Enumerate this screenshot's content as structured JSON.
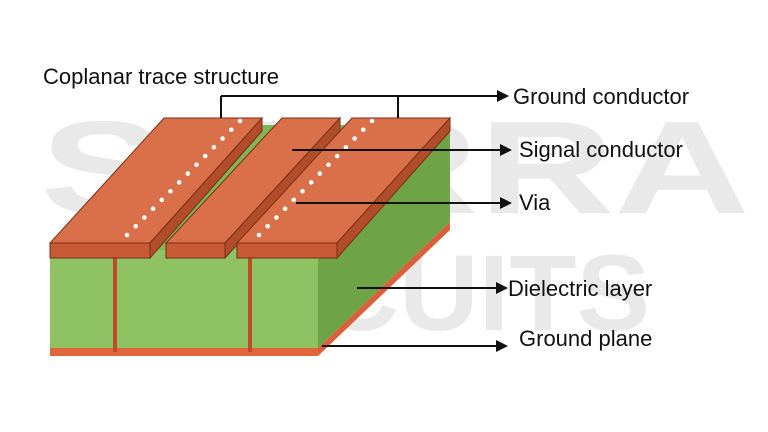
{
  "title": "Coplanar trace structure",
  "watermark": {
    "line1": "SIERRA",
    "line2": "CIRCUITS"
  },
  "labels": {
    "ground_conductor": "Ground conductor",
    "signal_conductor": "Signal conductor",
    "via": "Via",
    "dielectric_layer": "Dielectric layer",
    "ground_plane": "Ground plane"
  },
  "colors": {
    "copper_top": "#d9704a",
    "copper_front": "#c85a35",
    "copper_edge": "#7a2e18",
    "dielectric_front": "#8fc262",
    "dielectric_top": "#7fb555",
    "dielectric_side": "#6fa446",
    "ground_plane": "#e0653a",
    "via_color": "#c24a2a",
    "via_dots": "#ffffff",
    "watermark": "#e9e9e9"
  }
}
